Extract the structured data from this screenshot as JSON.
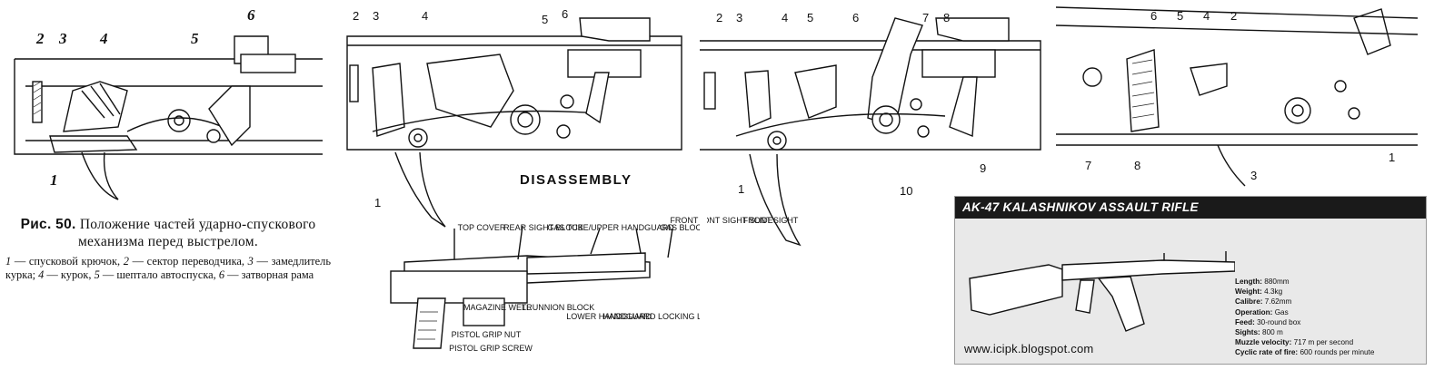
{
  "panel1": {
    "callouts": [
      "2",
      "3",
      "4",
      "5",
      "6",
      "1"
    ],
    "caption_fig": "Рис. 50.",
    "caption_text": "Положение частей ударно-спускового механизма перед выстрелом.",
    "legend": [
      {
        "num": "1",
        "text": "спусковой крючок"
      },
      {
        "num": "2",
        "text": "сектор переводчика"
      },
      {
        "num": "3",
        "text": "замедлитель курка"
      },
      {
        "num": "4",
        "text": "курок"
      },
      {
        "num": "5",
        "text": "шептало автоспуска"
      },
      {
        "num": "6",
        "text": "затворная рама"
      }
    ]
  },
  "panel2": {
    "callouts": [
      "2",
      "3",
      "4",
      "5",
      "6",
      "1"
    ],
    "heading": "DISASSEMBLY",
    "parts": [
      "TOP COVER",
      "REAR SIGHT BLOCK",
      "GAS TUBE/UPPER HANDGUARD",
      "GAS BLOCK",
      "FRONT SIGHT SLIDE",
      "FRONT SIGHT",
      "MAGAZINE WELL",
      "TRUNNION BLOCK",
      "LOWER HANDGUARD",
      "HANDGUARD LOCKING LEVER",
      "PISTOL GRIP NUT",
      "PISTOL GRIP SCREW"
    ]
  },
  "panel3": {
    "callouts": [
      "2",
      "3",
      "4",
      "5",
      "6",
      "7",
      "8",
      "1",
      "10",
      "9"
    ]
  },
  "panel4": {
    "callouts": [
      "6",
      "5",
      "4",
      "2",
      "7",
      "8",
      "3",
      "1"
    ]
  },
  "ak_card": {
    "title": "AK-47 KALASHNIKOV ASSAULT RIFLE",
    "specs": [
      {
        "key": "Length:",
        "value": "880mm"
      },
      {
        "key": "Weight:",
        "value": "4.3kg"
      },
      {
        "key": "Calibre:",
        "value": "7.62mm"
      },
      {
        "key": "Operation:",
        "value": "Gas"
      },
      {
        "key": "Feed:",
        "value": "30-round box"
      },
      {
        "key": "Sights:",
        "value": "800 m"
      },
      {
        "key": "Muzzle velocity:",
        "value": "717 m per second"
      },
      {
        "key": "Cyclic rate of fire:",
        "value": "600 rounds per minute"
      }
    ],
    "url": "www.icipk.blogspot.com"
  }
}
